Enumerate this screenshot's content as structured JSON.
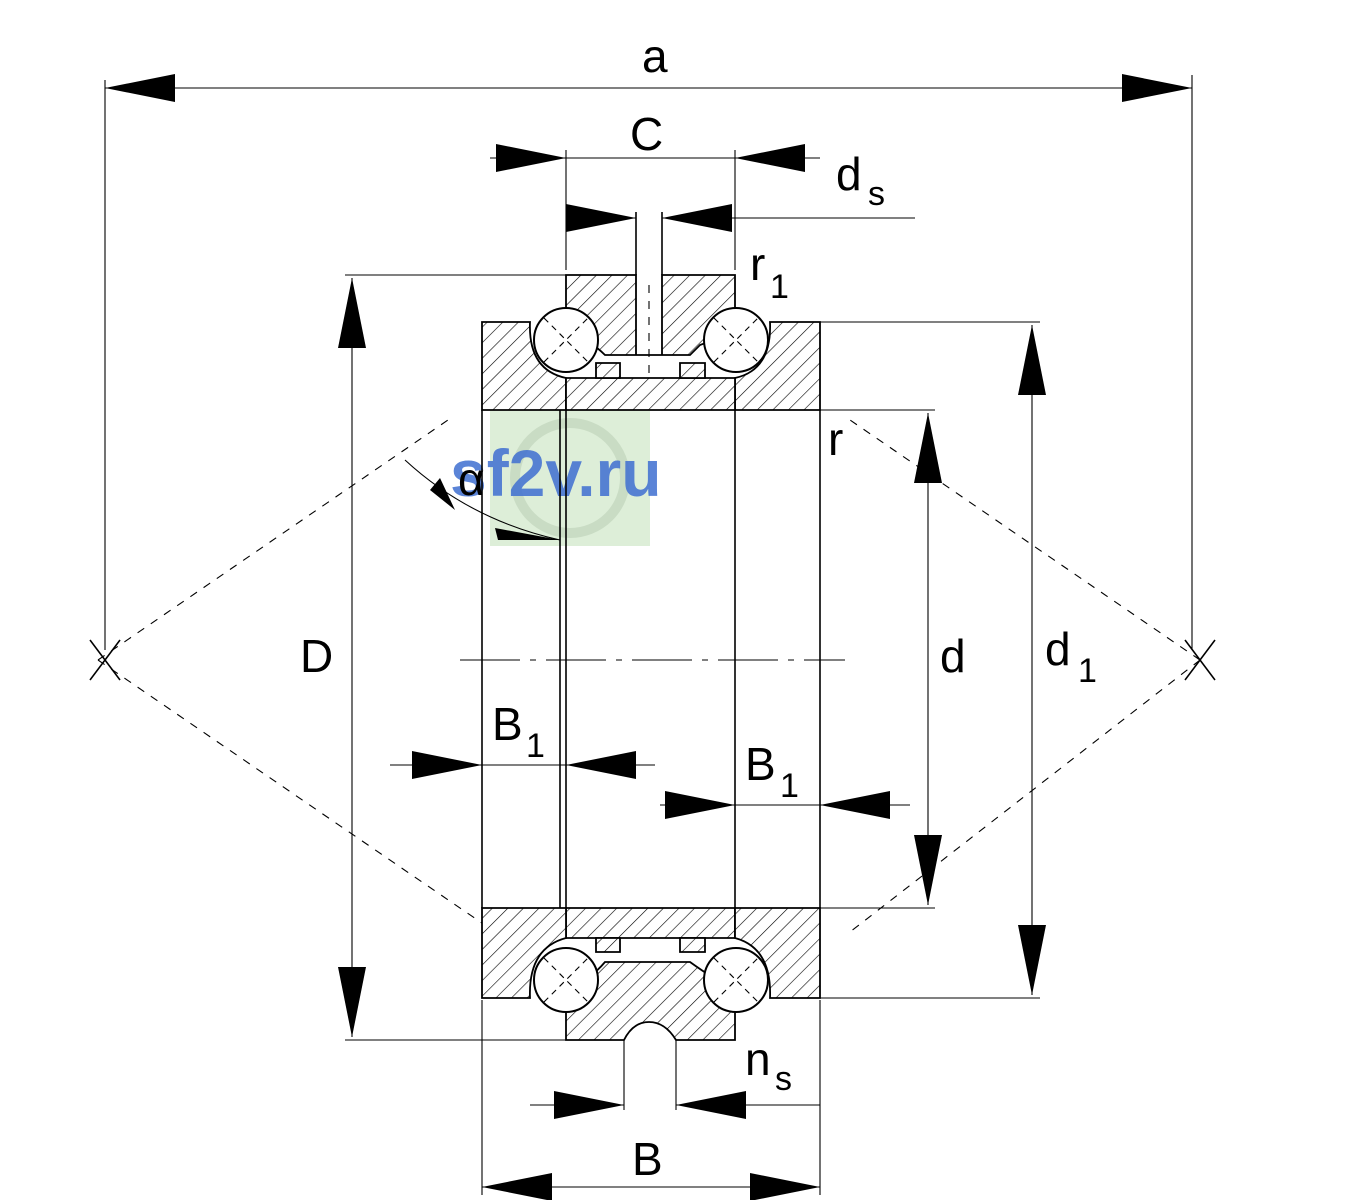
{
  "labels": {
    "a": "a",
    "C": "C",
    "d_s": "d",
    "d_s_sub": "s",
    "r1": "r",
    "r1_sub": "1",
    "r": "r",
    "alpha": "α",
    "D": "D",
    "d": "d",
    "d1": "d",
    "d1_sub": "1",
    "B1_left": "B",
    "B1_left_sub": "1",
    "B1_right": "B",
    "B1_right_sub": "1",
    "n_s": "n",
    "n_s_sub": "s",
    "B": "B"
  },
  "watermark": {
    "text": "sf2v.ru",
    "text_color": "#3f6fd1",
    "background_color": "#d9ecd4"
  }
}
